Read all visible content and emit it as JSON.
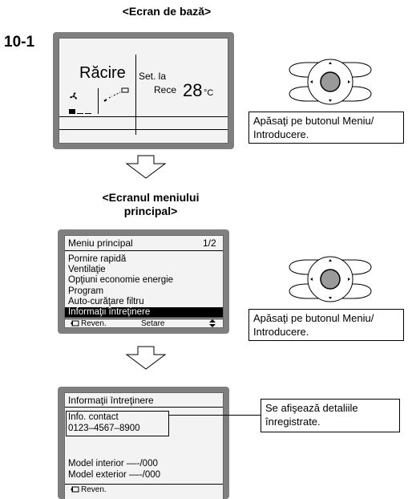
{
  "step_label": "10-1",
  "base_screen": {
    "heading": "<Ecran de bază>",
    "mode": "Răcire",
    "set_label": "Set. la",
    "set_mode": "Rece",
    "temperature": "28",
    "unit": "°C"
  },
  "note_press_1": {
    "line1": "Apăsaţi pe butonul Meniu/",
    "line2": "Introducere."
  },
  "menu_screen": {
    "heading_line1": "<Ecranul meniului",
    "heading_line2": "principal>",
    "title": "Meniu principal",
    "page": "1/2",
    "items": [
      "Pornire rapidă",
      "Ventilaţie",
      "Opţiuni economie energie",
      "Program",
      "Auto-curăţare filtru",
      "Informaţii întreţinere"
    ],
    "selected_index": 5,
    "footer_back": "Reven.",
    "footer_set": "Setare"
  },
  "note_press_2": {
    "line1": "Apăsaţi pe butonul Meniu/",
    "line2": "Introducere."
  },
  "info_screen": {
    "title": "Informaţii întreţinere",
    "contact_label": "Info. contact",
    "contact_phone": "0123–4567–8900",
    "model_indoor": "Model interior ––-/000",
    "model_outdoor": "Model exterior ––-/000",
    "footer_back": "Reven."
  },
  "note_details": {
    "line1": "Se afişează detaliile",
    "line2": "înregistrate."
  },
  "colors": {
    "frame": "#7f7f7f",
    "lcd": "#f3f3f3",
    "ink": "#000000"
  }
}
